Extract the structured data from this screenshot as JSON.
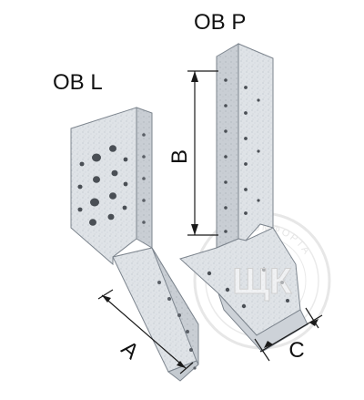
{
  "labels": {
    "left_part": "OB L",
    "right_part": "OB P",
    "dim_a": "A",
    "dim_b": "B",
    "dim_c": "C"
  },
  "watermark": {
    "center_text": "ЩК",
    "ring_text": "ВСЕ ДЛЯ КОМФОРТА"
  },
  "colors": {
    "metal_light": "#e4e7ea",
    "metal_mid": "#cfd4d9",
    "metal_dark": "#a9b0b8",
    "edge": "#7d858e",
    "hole": "#4a4f55",
    "dimension": "#1a1a1a",
    "watermark": "#d2d2d2"
  }
}
